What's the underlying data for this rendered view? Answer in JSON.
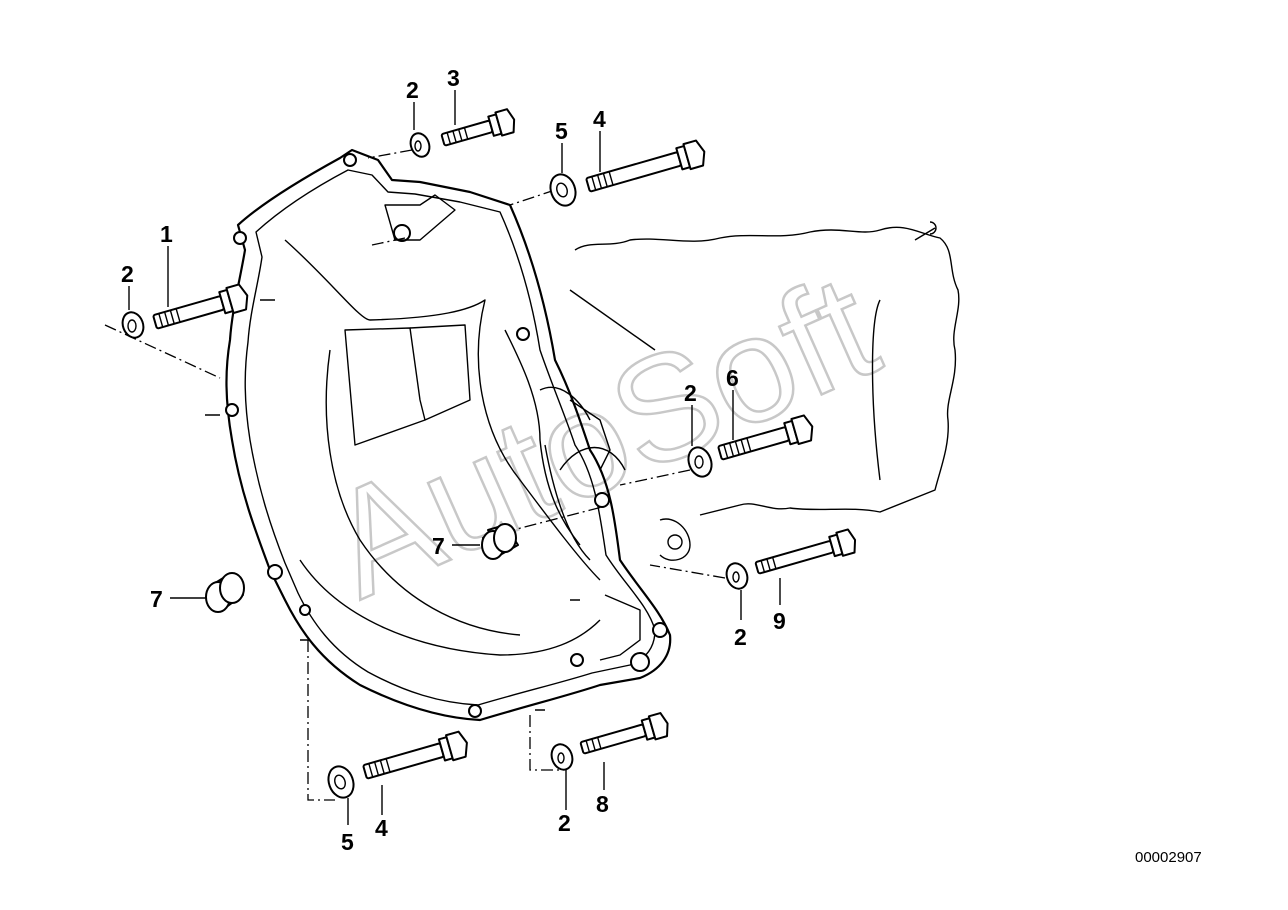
{
  "diagram": {
    "reference_number": "00002907",
    "watermark": "AutoSoft",
    "callouts": [
      {
        "id": "c1",
        "label": "1"
      },
      {
        "id": "c2a",
        "label": "2"
      },
      {
        "id": "c2b",
        "label": "2"
      },
      {
        "id": "c3",
        "label": "3"
      },
      {
        "id": "c5a",
        "label": "5"
      },
      {
        "id": "c4a",
        "label": "4"
      },
      {
        "id": "c2c",
        "label": "2"
      },
      {
        "id": "c6",
        "label": "6"
      },
      {
        "id": "c7a",
        "label": "7"
      },
      {
        "id": "c7b",
        "label": "7"
      },
      {
        "id": "c2d",
        "label": "2"
      },
      {
        "id": "c9",
        "label": "9"
      },
      {
        "id": "c5b",
        "label": "5"
      },
      {
        "id": "c4b",
        "label": "4"
      },
      {
        "id": "c2e",
        "label": "2"
      },
      {
        "id": "c8",
        "label": "8"
      }
    ]
  }
}
